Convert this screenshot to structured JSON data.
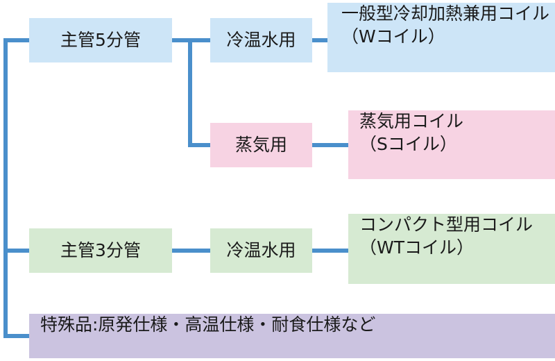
{
  "nodes": {
    "main5": "主管5分管",
    "cold_water_1": "冷温水用",
    "w_coil": {
      "line1": "一般型冷却加熱兼用コイル",
      "line2": "（Wコイル）"
    },
    "steam": "蒸気用",
    "s_coil": {
      "line1": "蒸気用コイル",
      "line2": "（Sコイル）"
    },
    "main3": "主管3分管",
    "cold_water_2": "冷温水用",
    "wt_coil": {
      "line1": "コンパクト型用コイル",
      "line2": "（WTコイル）"
    },
    "special": "特殊品:原発仕様・高温仕様・耐食仕様など"
  },
  "colors": {
    "connector": "#4a8fcb",
    "blue_box": "#cde5f7",
    "pink_box": "#f7d3e3",
    "green_box": "#d6ead2",
    "purple_box": "#cbc3e0"
  }
}
